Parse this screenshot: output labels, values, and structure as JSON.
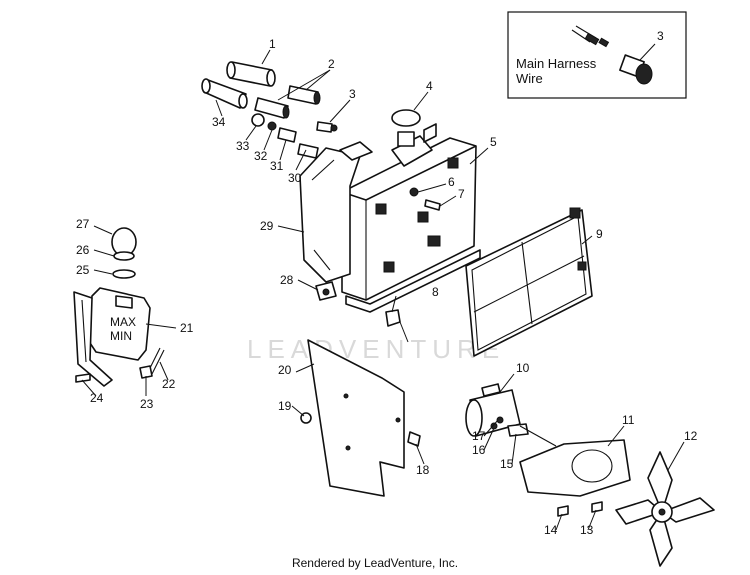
{
  "inset": {
    "line1": "Main Harness",
    "line2": "Wire",
    "part_number": "3"
  },
  "watermark": "LEADVENTURE",
  "credit": "Rendered by LeadVenture, Inc.",
  "callouts": {
    "c1": "1",
    "c2": "2",
    "c3": "3",
    "c4": "4",
    "c5": "5",
    "c6": "6",
    "c7": "7",
    "c8": "8",
    "c9": "9",
    "c10": "10",
    "c11": "11",
    "c12": "12",
    "c13": "13",
    "c14": "14",
    "c15": "15",
    "c16": "16",
    "c17": "17",
    "c18": "18",
    "c19": "19",
    "c20": "20",
    "c21": "21",
    "c22": "22",
    "c23": "23",
    "c24": "24",
    "c25": "25",
    "c26": "26",
    "c27": "27",
    "c28": "28",
    "c29": "29",
    "c30": "30",
    "c31": "31",
    "c32": "32",
    "c33": "33",
    "c34": "34"
  },
  "bottle_marks": {
    "max": "MAX",
    "min": "MIN"
  }
}
